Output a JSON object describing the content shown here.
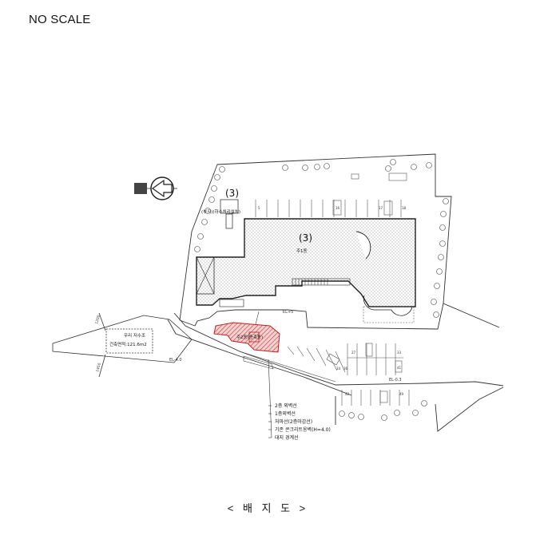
{
  "header": {
    "scale_note": "NO SCALE"
  },
  "plan": {
    "building_main_label": "(3)",
    "building_main_sub": "주1동",
    "upper_small_label": "(3)",
    "upper_small_sub": "(부지)(하수처리설치)",
    "annex_label": "주2동(증축동)",
    "tank_title": "우리 저수조",
    "tank_area": "건축면적:121.6m2",
    "parking_numbers": [
      "5",
      "16",
      "17",
      "18",
      "27",
      "33",
      "34",
      "36",
      "41",
      "42",
      "49"
    ],
    "levels": [
      "EL+5",
      "EL-4.0",
      "EL-0.3"
    ],
    "dimensions": [
      "1200",
      "1450"
    ]
  },
  "legend": {
    "items": [
      "2층 외벽선",
      "1층외벽선",
      "처마선(2층마감선)",
      "기존 콘크리트옹벽(H=4.0)",
      "대지 경계선"
    ]
  },
  "footer": {
    "drawing_title": "< 배 지 도 >"
  },
  "colors": {
    "hatch_red": "#d23030",
    "line": "#222222",
    "dot_fill": "#bdbdbd"
  }
}
